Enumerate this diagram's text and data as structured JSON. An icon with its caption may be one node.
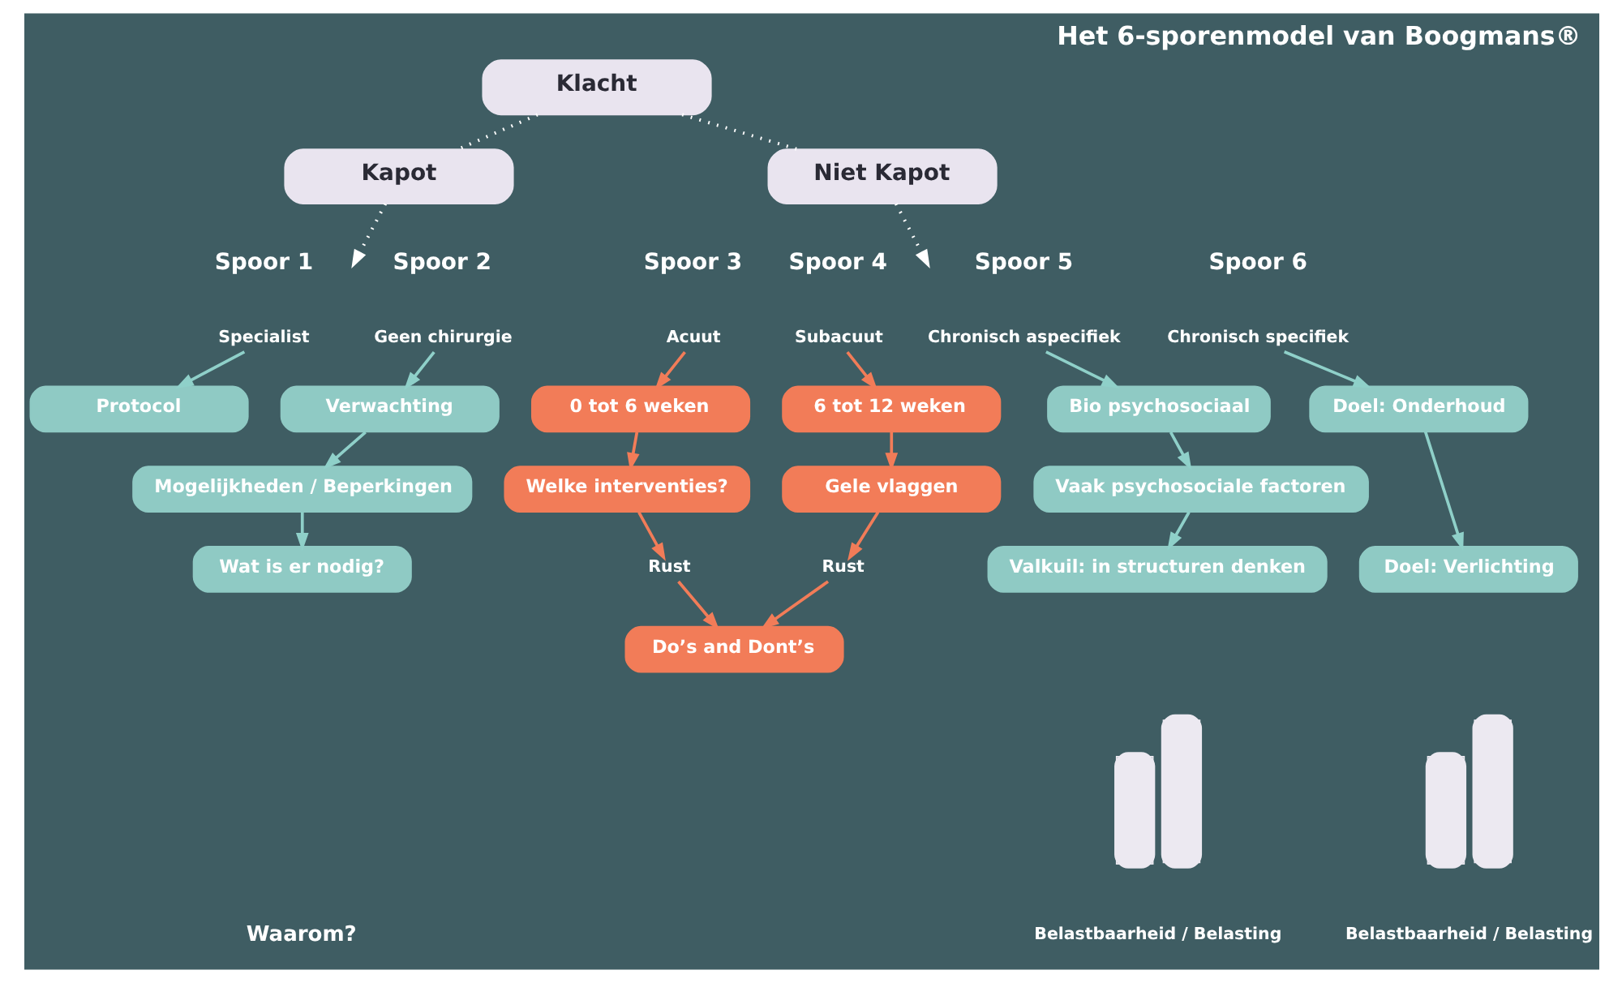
{
  "diagram": {
    "title": "Het 6-sporenmodel van Boogmans®",
    "nodes": [
      {
        "text": [
          "Klacht"
        ]
      },
      {
        "text": [
          "Kapot"
        ]
      },
      {
        "text": [
          "Niet Kapot"
        ]
      },
      {
        "text": [
          "Specialist"
        ]
      },
      {
        "text": [
          "Protocol"
        ]
      },
      {
        "text": [
          "Geen chirurgie"
        ]
      },
      {
        "text": [
          "Verwachting"
        ]
      },
      {
        "text": [
          "Mogelijkheden / Beperkingen"
        ]
      },
      {
        "text": [
          "Wat is er nodig?"
        ]
      },
      {
        "text": [
          "Acuut"
        ]
      },
      {
        "text": [
          "0 tot 6 weken"
        ]
      },
      {
        "text": [
          "Welke interventies?"
        ]
      },
      {
        "text": [
          "Rust"
        ]
      },
      {
        "text": [
          "Subacuut"
        ]
      },
      {
        "text": [
          "6 tot 12 weken"
        ]
      },
      {
        "text": [
          "Gele vlaggen"
        ]
      },
      {
        "text": [
          "Rust"
        ]
      },
      {
        "text": [
          "Do’s and Dont’s"
        ]
      },
      {
        "text": [
          "Chronisch aspecifiek"
        ]
      },
      {
        "text": [
          "Bio psychosociaal"
        ]
      },
      {
        "text": [
          "Vaak psychosociale factoren"
        ]
      },
      {
        "text": [
          "Valkuil: in structuren denken"
        ]
      },
      {
        "text": [
          "Chronisch specifiek"
        ]
      },
      {
        "text": [
          "Doel: Onderhoud"
        ]
      },
      {
        "text": [
          "Doel: Verlichting"
        ]
      },
      {
        "text": [],
        "shape": "bar",
        "beside": [
          "Belastbaarheid / Belasting"
        ]
      },
      {
        "text": [],
        "shape": "bar",
        "beside": [
          "Belastbaarheid / Belasting"
        ]
      }
    ],
    "edges": [
      {
        "from": 0,
        "to": 1,
        "arrow": "none",
        "style": "dashed",
        "color": "#ffffff"
      },
      {
        "from": 0,
        "to": 2,
        "arrow": "none",
        "style": "dashed",
        "color": "#ffffff"
      },
      {
        "from": 1,
        "to": null,
        "arrow": "to",
        "style": "dashed",
        "color": "#ffffff"
      },
      {
        "from": 2,
        "to": null,
        "arrow": "to",
        "style": "dashed",
        "color": "#ffffff"
      },
      {
        "from": 3,
        "to": 4,
        "arrow": "to"
      },
      {
        "from": 5,
        "to": 6,
        "arrow": "to"
      },
      {
        "from": 6,
        "to": 7,
        "arrow": "to"
      },
      {
        "from": 7,
        "to": 8,
        "arrow": "to"
      },
      {
        "from": 9,
        "to": 10,
        "arrow": "to",
        "color": "#f27c58"
      },
      {
        "from": 10,
        "to": 11,
        "arrow": "to",
        "color": "#f27c58"
      },
      {
        "from": 11,
        "to": 12,
        "arrow": "to",
        "color": "#f27c58"
      },
      {
        "from": 12,
        "to": 17,
        "arrow": "to",
        "color": "#f27c58"
      },
      {
        "from": 13,
        "to": 14,
        "arrow": "to",
        "color": "#f27c58"
      },
      {
        "from": 14,
        "to": 15,
        "arrow": "to",
        "color": "#f27c58"
      },
      {
        "from": 15,
        "to": 16,
        "arrow": "to",
        "color": "#f27c58"
      },
      {
        "from": 16,
        "to": 17,
        "arrow": "to",
        "color": "#f27c58"
      },
      {
        "from": 18,
        "to": 19,
        "arrow": "to"
      },
      {
        "from": 19,
        "to": 20,
        "arrow": "to"
      },
      {
        "from": 20,
        "to": 21,
        "arrow": "to"
      },
      {
        "from": 22,
        "to": 23,
        "arrow": "to"
      },
      {
        "from": 23,
        "to": 24,
        "arrow": "to"
      }
    ],
    "labels": [
      "Spoor 1",
      "Spoor 2",
      "Spoor 3",
      "Spoor 4",
      "Spoor 5",
      "Spoor 6",
      "Waarom?"
    ]
  }
}
